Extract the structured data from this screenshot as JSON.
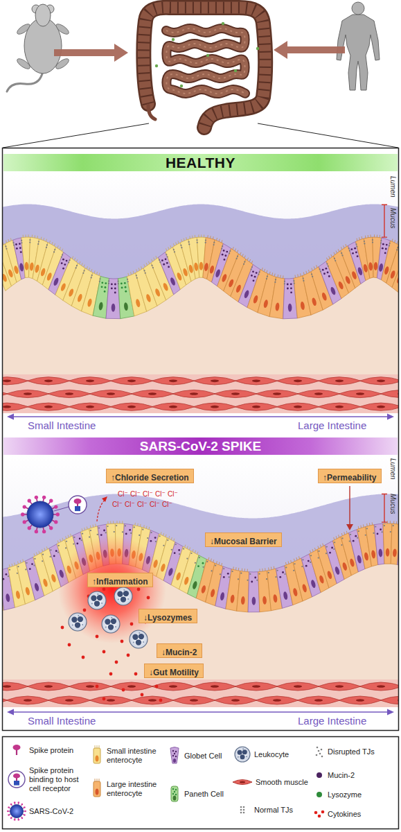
{
  "diagram": {
    "nodes": [
      {
        "text": [
          "HEALTHY"
        ]
      },
      {
        "text": [
          "SARS-CoV-2 SPIKE"
        ]
      },
      {
        "text": [
          "↑Chloride Secretion"
        ]
      },
      {
        "text": [
          "↑Permeability"
        ]
      },
      {
        "text": [
          "↓Mucosal Barrier"
        ]
      },
      {
        "text": [
          "↑Inflammation"
        ]
      },
      {
        "text": [
          "↓Lysozymes"
        ]
      },
      {
        "text": [
          "↓Mucin-2"
        ]
      },
      {
        "text": [
          "↓Gut Motility"
        ]
      }
    ],
    "labels": [
      "Lumen",
      "Mucus",
      "Small Intestine",
      "Large Intestine",
      "Lumen",
      "Mucus",
      "Cl⁻",
      "Cl⁻",
      "Cl⁻",
      "Cl⁻",
      "Cl⁻",
      "Cl⁻",
      "Cl⁻",
      "Cl⁻",
      "Cl⁻",
      "Cl⁻",
      "Small Intestine",
      "Large Intestine"
    ],
    "legend": [
      {
        "text": "Spike protein"
      },
      {
        "text": "Spike protein binding to host cell receptor"
      },
      {
        "text": "SARS-CoV-2"
      },
      {
        "text": "Small intestine enterocyte"
      },
      {
        "text": "Large intestine enterocyte"
      },
      {
        "text": "Globet Cell"
      },
      {
        "text": "Paneth Cell"
      },
      {
        "text": "Leukocyte"
      },
      {
        "text": "Smooth muscle"
      },
      {
        "text": "Normal TJs"
      },
      {
        "text": "Disrupted TJs"
      },
      {
        "text": "Mucin-2",
        "color": "#4b2360"
      },
      {
        "text": "Lysozyme",
        "color": "#2e8b3a"
      },
      {
        "text": "Cytokines"
      }
    ]
  }
}
